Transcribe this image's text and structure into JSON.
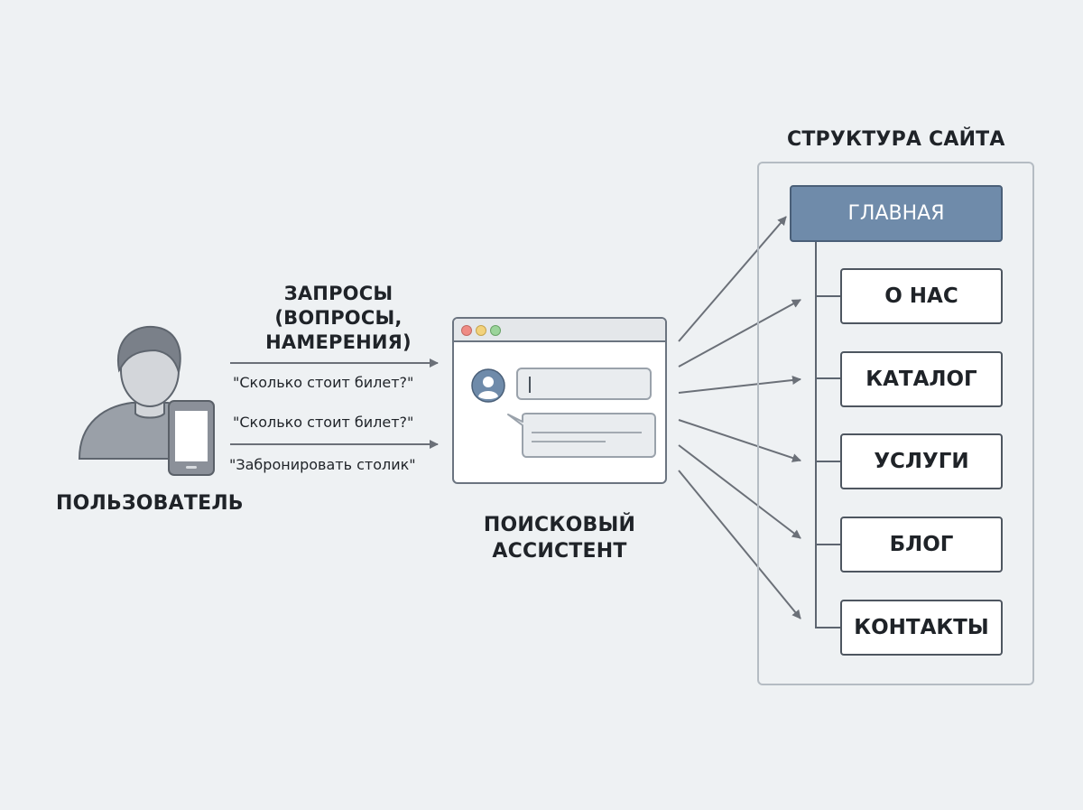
{
  "user": {
    "label": "ПОЛЬЗОВАТЕЛЬ"
  },
  "requests": {
    "title_lines": [
      "ЗАПРОСЫ",
      "(ВОПРОСЫ,",
      "НАМЕРЕНИЯ)"
    ],
    "examples": [
      "\"Сколько стоит билет?\"",
      "\"Сколько стоит билет?\"",
      "\"Забронировать столик\""
    ]
  },
  "assistant": {
    "label_lines": [
      "ПОИСКОВЫЙ",
      "АССИСТЕНТ"
    ]
  },
  "site": {
    "title": "СТРУКТУРА САЙТА",
    "pages": [
      "ГЛАВНАЯ",
      "О НАС",
      "КАТАЛОГ",
      "УСЛУГИ",
      "БЛОГ",
      "КОНТАКТЫ"
    ]
  },
  "colors": {
    "background": "#eef1f3",
    "home_fill": "#6f8baa",
    "stroke": "#6b7480",
    "arrow": "#6b7078"
  }
}
